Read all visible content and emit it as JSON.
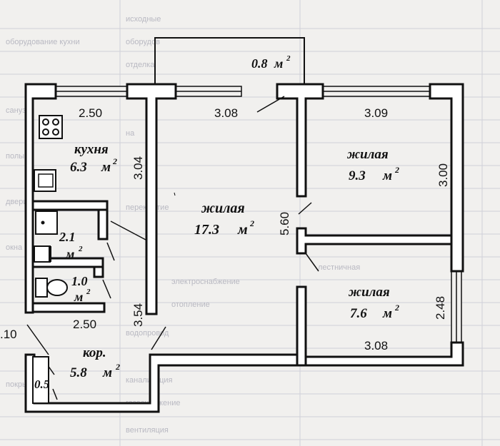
{
  "rooms": {
    "kitchen": {
      "name": "кухня",
      "area": "6.3",
      "unit": "м",
      "sup": "2"
    },
    "living_large": {
      "name": "жилая",
      "area": "17.3",
      "unit": "м",
      "sup": "2"
    },
    "living_top_right": {
      "name": "жилая",
      "area": "9.3",
      "unit": "м",
      "sup": "2"
    },
    "living_bottom_right": {
      "name": "жилая",
      "area": "7.6",
      "unit": "м",
      "sup": "2"
    },
    "corridor": {
      "name": "кор.",
      "area": "5.8",
      "unit": "м",
      "sup": "2"
    },
    "bathroom": {
      "area": "2.1",
      "unit": "м",
      "sup": "2"
    },
    "toilet": {
      "area": "1.0",
      "unit": "м",
      "sup": "2"
    },
    "closet": {
      "area": "0.5"
    },
    "balcony": {
      "area": "0.8",
      "unit": "м",
      "sup": "2"
    }
  },
  "dimensions": {
    "kitchen_width": "2.50",
    "kitchen_depth": "3.04",
    "living_large_width": "3.08",
    "living_large_depth": "5.60",
    "room_tr_width": "3.09",
    "room_tr_depth": "3.00",
    "room_br_depth": "2.48",
    "room_br_width": "3.08",
    "bath_width": "2.50",
    "corridor_depth": "3.54",
    "left_partial": ".10"
  },
  "background_lines": [
    "исходные",
    "оборудов",
    "отделка",
    "на",
    "перекрытие",
    "лестничная",
    "электроснабжение",
    "отопление",
    "водопровод",
    "канализация",
    "газоснабжение",
    "вентиляция",
    "оборудование кухни",
    "санузел",
    "полы",
    "двери",
    "окна",
    "покрытие"
  ]
}
